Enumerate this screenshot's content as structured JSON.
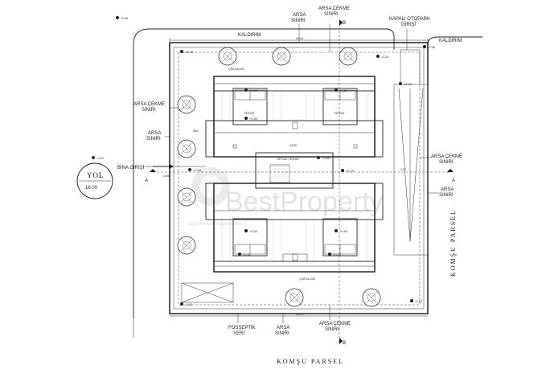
{
  "labels": {
    "kaldirim_top": "KALDIRIM",
    "kaldirim_right": "KALDIRIM",
    "arsa_siniri_top": "ARSA\nSINIRI",
    "arsa_cekme_top": "ARSA ÇEKME\nSINIRI",
    "kapali_otopark": "KAPALI OTOPARK\nGİRİŞİ",
    "arsa_cekme_left": "ARSA ÇEKME\nSINIRI",
    "arsa_siniri_left": "ARSA\nSINIRI",
    "bina_girisi": "BİNA GİRİŞİ",
    "yol": "YOL",
    "yol_width": "18,00",
    "arsa_cekme_right": "ARSA ÇEKME\nSINIRI",
    "arsa_siniri_right": "ARSA\nSINIRI",
    "komsu_parsel_right": "KOMŞU PARSEL",
    "fosseptik": "FOSSEPTİK\nYERİ",
    "arsa_siniri_bottom": "ARSA\nSINIRI",
    "arsa_cekme_bottom": "ARSA ÇEKME\nSINIRI",
    "komsu_parsel_bottom": "KOMŞU PARSEL",
    "section_b_top": "B",
    "section_b_bottom": "B",
    "section_a_left": "A",
    "section_a_right": "A",
    "watermark": "BestProperty",
    "watermark_sub": "Зарубежная недвижимость"
  },
  "levels": {
    "top_left_corner": "-0.36",
    "top_left_in": "±0.00",
    "top_right_in": "-0.24",
    "top_right_corner": "-0.36",
    "right_side": "±0.00",
    "left_entry": "-0.02",
    "entry_a": "+0.60",
    "entry_b": "+0.60",
    "bottom_left": "-0.02",
    "bottom_right": "-0.20",
    "unit1_top_left": "+0.50",
    "unit1_top_right": "+0.50",
    "unit2_bot_left": "+0.50",
    "unit2_bot_right": "+0.50",
    "unit2_in_left": "+0.40",
    "unit2_in_right": "+0.40",
    "center_plus": "+0.50",
    "center_b": "+0.70"
  },
  "tiny": {
    "cim_alani_top": "ÇİM ALANI",
    "cim_alani_bottom": "ÇİM ALANI",
    "teras": "TERAS",
    "merdiven": "ORTAK TERAS",
    "dim_2640": "2640",
    "dim_1930": "1930",
    "dim_3915": "3915",
    "dim_480": "480",
    "dim_275": "275",
    "dim_2480": "2480"
  }
}
